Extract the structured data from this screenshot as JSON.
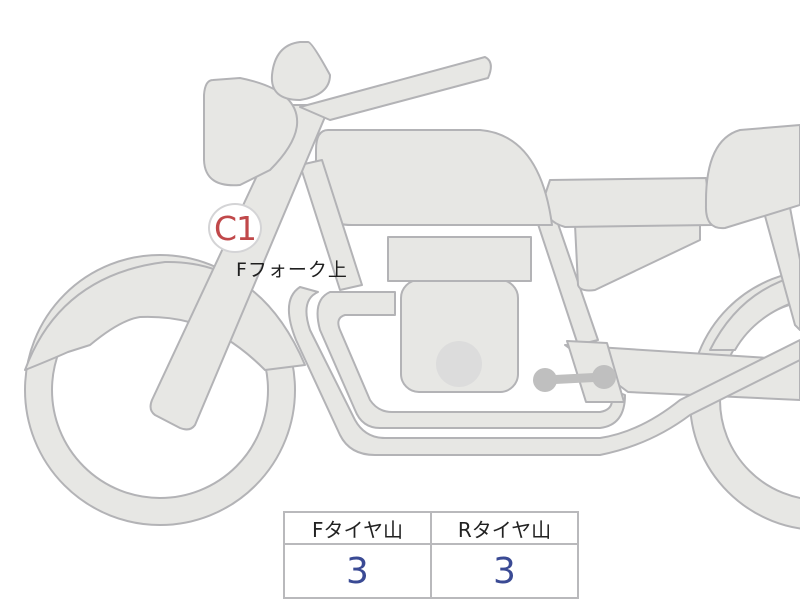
{
  "diagram": {
    "subject": "motorcycle-side-view",
    "colors": {
      "part_fill": "#e7e7e4",
      "part_stroke": "#b3b3b6",
      "badge_text": "#c0484a",
      "value_text": "#3a4a94"
    }
  },
  "marker": {
    "code": "C1",
    "label": "Fフォーク上"
  },
  "tire_table": {
    "headers": [
      "Fタイヤ山",
      "Rタイヤ山"
    ],
    "values": [
      "3",
      "3"
    ]
  }
}
